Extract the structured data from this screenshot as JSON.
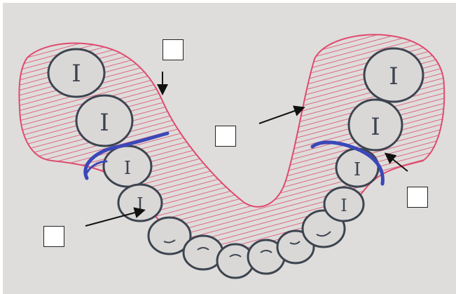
{
  "figure": {
    "colors": {
      "background": "#dedddb",
      "acrylic_hatch": "#e04a6e",
      "tooth_outline": "#3d4450",
      "clasp": "#3a48b8",
      "arrow": "#111111",
      "label_box_border": "#222222"
    },
    "tooth_marks": {
      "left_molar_1": "I",
      "left_molar_2": "I",
      "left_premolar_1": "I",
      "left_premolar_2": "I",
      "right_molar_1": "I",
      "right_molar_2": "I",
      "right_premolar_1": "I",
      "right_premolar_2": "I"
    },
    "label_boxes": [
      "",
      "",
      "",
      ""
    ]
  }
}
